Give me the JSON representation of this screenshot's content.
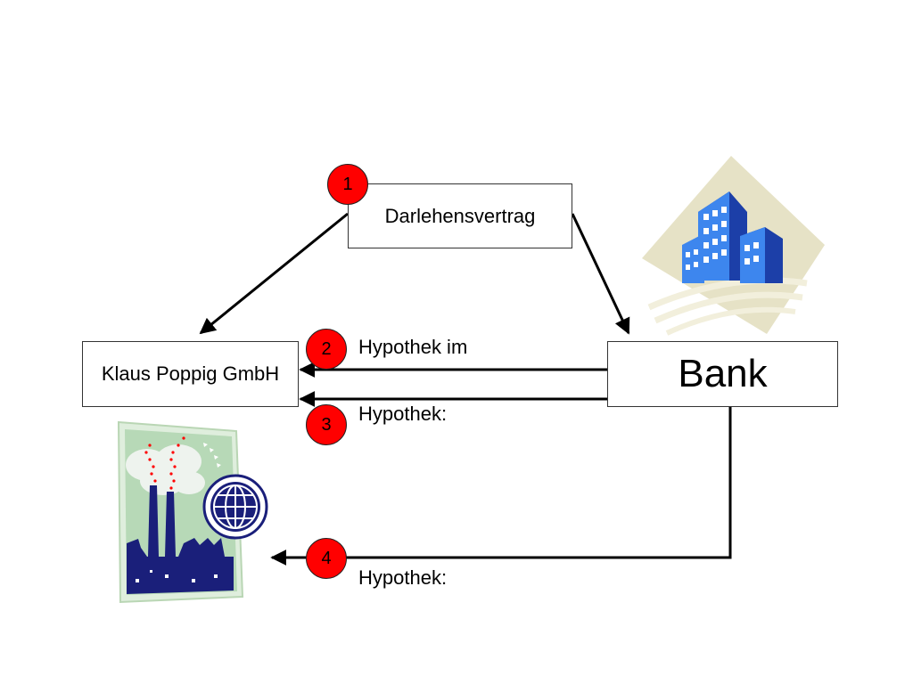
{
  "diagram": {
    "contract_label": "Darlehensvertrag",
    "company_label": "Klaus Poppig GmbH",
    "bank_label": "Bank",
    "steps": [
      {
        "number": "1",
        "text": ""
      },
      {
        "number": "2",
        "text": "Hypothek im"
      },
      {
        "number": "3",
        "text": "Hypothek:"
      },
      {
        "number": "4",
        "text": "Hypothek:"
      }
    ]
  },
  "colors": {
    "badge": "#ff0000",
    "arrow": "#000000",
    "building_blue": "#2f6fe0",
    "diamond": "#e6e2c6",
    "factory_navy": "#1a1f7a",
    "factory_bg": "#b7d9b7"
  },
  "icons": [
    "office-building-icon",
    "factory-icon",
    "globe-icon"
  ]
}
